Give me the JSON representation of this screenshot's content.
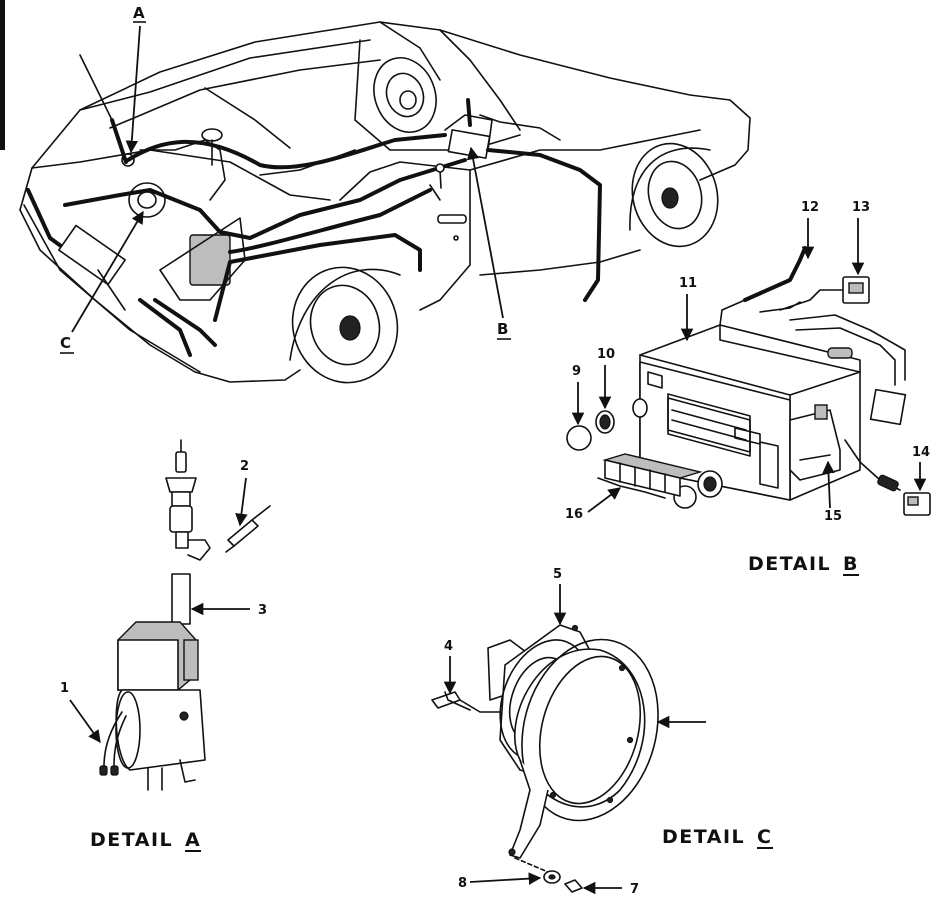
{
  "callouts": {
    "a": "A",
    "b": "B",
    "c": "C"
  },
  "parts": {
    "p1": "1",
    "p2": "2",
    "p3": "3",
    "p4": "4",
    "p5": "5",
    "p7": "7",
    "p8": "8",
    "p9": "9",
    "p10": "10",
    "p11": "11",
    "p12": "12",
    "p13": "13",
    "p14": "14",
    "p15": "15",
    "p16": "16"
  },
  "details": {
    "a_word": "DETAIL",
    "a_letter": "A",
    "b_word": "DETAIL",
    "b_letter": "B",
    "c_word": "DETAIL",
    "c_letter": "C"
  }
}
